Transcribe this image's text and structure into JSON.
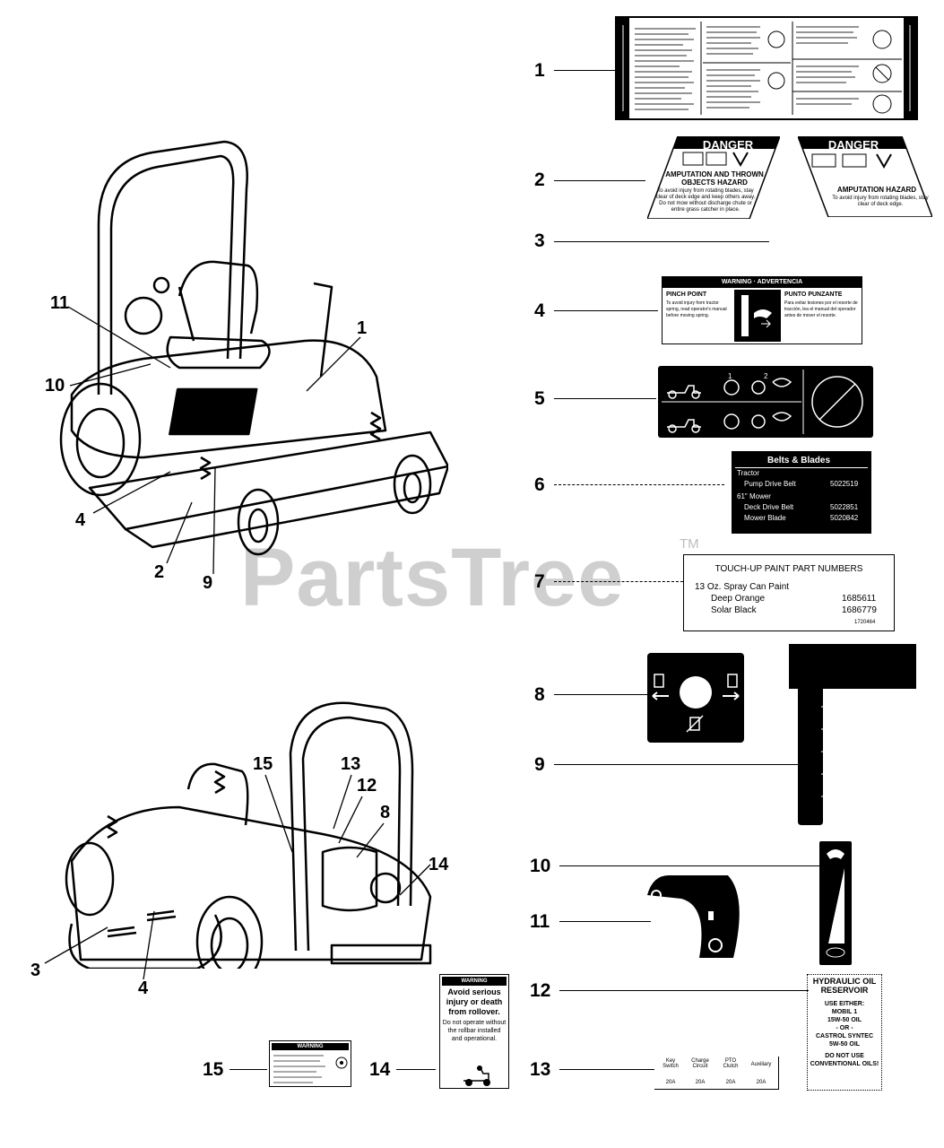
{
  "watermark": {
    "brand": "PartsTree",
    "tm": "TM"
  },
  "callouts": {
    "right": [
      "1",
      "2",
      "3",
      "4",
      "5",
      "6",
      "7",
      "8",
      "9",
      "10",
      "11",
      "12",
      "13",
      "14",
      "15"
    ],
    "top_view": {
      "n11": "11",
      "n10": "10",
      "n1": "1",
      "n4": "4",
      "n2": "2",
      "n9": "9"
    },
    "bottom_view": {
      "n15": "15",
      "n13": "13",
      "n12": "12",
      "n8": "8",
      "n14": "14",
      "n3": "3",
      "n4": "4"
    }
  },
  "decal2": {
    "header": "DANGER",
    "title": "AMPUTATION AND THROWN OBJECTS HAZARD",
    "text": "To avoid injury from rotating blades, stay clear of deck edge and keep others away. Do not mow without discharge chute or entire grass catcher in place."
  },
  "decal3": {
    "header": "DANGER",
    "title": "AMPUTATION HAZARD",
    "text": "To avoid injury from rotating blades, stay clear of deck edge."
  },
  "decal4": {
    "header": "WARNING · ADVERTENCIA",
    "left_title": "PINCH POINT",
    "left_text": "To avoid injury from tractor spring, read operator's manual before moving spring.",
    "right_title": "PUNTO PUNZANTE",
    "right_text": "Para evitar lesiones por el resorte de tracción, lea el manual del operador antes de mover el resorte."
  },
  "decal6": {
    "title": "Belts & Blades",
    "section1": "Tractor",
    "row1": {
      "label": "Pump Drive Belt",
      "value": "5022519"
    },
    "section2": "61\" Mower",
    "row2": {
      "label": "Deck Drive Belt",
      "value": "5022851"
    },
    "row3": {
      "label": "Mower Blade",
      "value": "5020842"
    }
  },
  "decal7": {
    "title": "TOUCH-UP PAINT PART NUMBERS",
    "subtitle": "13 Oz. Spray Can Paint",
    "rows": [
      {
        "label": "Deep Orange",
        "value": "1685611"
      },
      {
        "label": "Solar Black",
        "value": "1686779"
      }
    ],
    "code": "1720464"
  },
  "decal12": {
    "lines": [
      "HYDRAULIC OIL",
      "RESERVOIR",
      "USE EITHER:",
      "MOBIL 1",
      "15W-50 OIL",
      "- OR -",
      "CASTROL SYNTEC",
      "5W-50 OIL",
      "DO NOT USE",
      "CONVENTIONAL OILS!"
    ]
  },
  "decal13": {
    "cols": [
      {
        "label": "Key Switch",
        "value": "20A"
      },
      {
        "label": "Charge Circuit",
        "value": "20A"
      },
      {
        "label": "PTO Clutch",
        "value": "20A"
      },
      {
        "label": "Auxiliary",
        "value": "20A"
      }
    ]
  },
  "decal14": {
    "header": "WARNING",
    "title": "Avoid serious injury or death from rollover.",
    "text": "Do not operate without the rollbar installed and operational."
  },
  "decal15": {
    "header": "WARNING"
  },
  "colors": {
    "ink": "#000000",
    "paper": "#ffffff",
    "watermark": "#cfcfcf"
  }
}
